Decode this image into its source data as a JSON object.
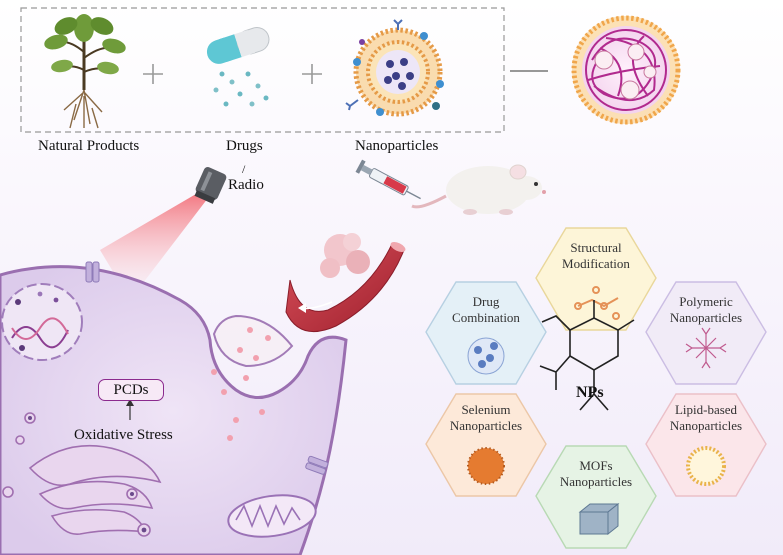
{
  "top_labels": {
    "natural_products": "Natural Products",
    "drugs": "Drugs",
    "slash": "/",
    "radio": "Radio",
    "nanoparticles": "Nanoparticles"
  },
  "cell_labels": {
    "pcds": "PCDs",
    "oxidative_stress": "Oxidative Stress"
  },
  "hexagons": {
    "structural_modification": [
      "Structural",
      "Modification"
    ],
    "drug_combination": [
      "Drug",
      "Combination"
    ],
    "polymeric": [
      "Polymeric",
      "Nanoparticles"
    ],
    "selenium": [
      "Selenium",
      "Nanoparticles"
    ],
    "lipid_based": [
      "Lipid-based",
      "Nanoparticles"
    ],
    "mofs": [
      "MOFs",
      "Nanoparticles"
    ],
    "center": "NPs"
  },
  "colors": {
    "cell_membrane": "#9a6fb0",
    "cell_fill": "#ebe0f3",
    "hex_structural": "#fdf5d8",
    "hex_drug": "#e4f0f7",
    "hex_polymeric": "#f1ebf7",
    "hex_selenium": "#fde9d9",
    "hex_lipid": "#fbe6ea",
    "hex_mofs": "#e6f3e5",
    "pcd_border": "#8b2a8e"
  }
}
